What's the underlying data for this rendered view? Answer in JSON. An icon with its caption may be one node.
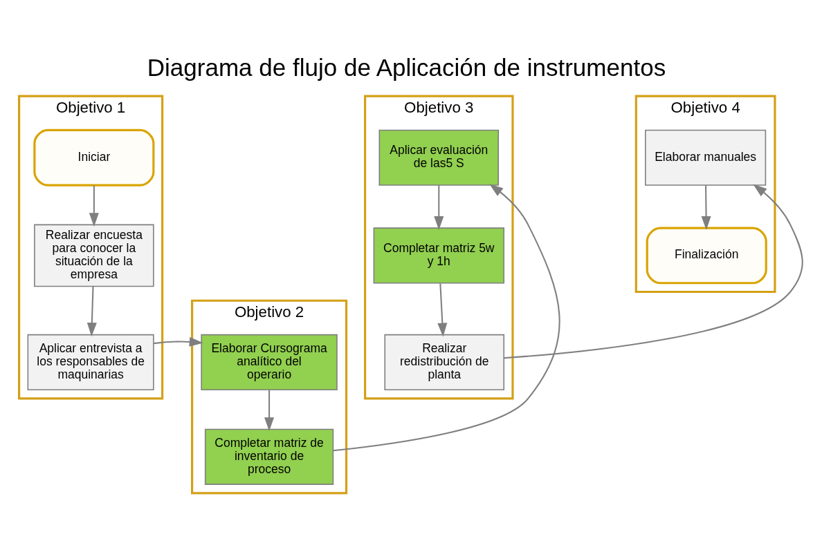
{
  "diagram": {
    "title": "Diagrama de flujo de Aplicación de instrumentos",
    "nodes": [
      {
        "text": [
          "Objetivo 1"
        ]
      },
      {
        "text": [
          "Iniciar"
        ],
        "in": 0
      },
      {
        "text": [
          "Realizar encuesta para conocer la situación de la empresa"
        ],
        "in": 0
      },
      {
        "text": [
          "Aplicar entrevista a los responsables de maquinarias"
        ],
        "in": 0
      },
      {
        "text": [
          "Objetivo 2"
        ]
      },
      {
        "text": [
          "Elaborar Cursograma analítico del operario"
        ],
        "in": 4
      },
      {
        "text": [
          "Completar matriz de inventario de proceso"
        ],
        "in": 4
      },
      {
        "text": [
          "Objetivo 3"
        ]
      },
      {
        "text": [
          "Aplicar evaluación de las5 S"
        ],
        "in": 7
      },
      {
        "text": [
          "Completar matriz 5w y 1h"
        ],
        "in": 7
      },
      {
        "text": [
          "Realizar redistribución de planta"
        ],
        "in": 7
      },
      {
        "text": [
          "Objetivo 4"
        ]
      },
      {
        "text": [
          "Elaborar manuales"
        ],
        "in": 11
      },
      {
        "text": [
          "Finalización"
        ],
        "in": 11
      }
    ],
    "edges": [
      {
        "from": 1,
        "to": 2,
        "arrow": "to"
      },
      {
        "from": 2,
        "to": 3,
        "arrow": "to"
      },
      {
        "from": 3,
        "to": 5,
        "arrow": "to"
      },
      {
        "from": 5,
        "to": 6,
        "arrow": "to"
      },
      {
        "from": 6,
        "to": 8,
        "arrow": "to"
      },
      {
        "from": 8,
        "to": 9,
        "arrow": "to"
      },
      {
        "from": 9,
        "to": 10,
        "arrow": "to"
      },
      {
        "from": 10,
        "to": 12,
        "arrow": "to"
      },
      {
        "from": 12,
        "to": 13,
        "arrow": "to"
      }
    ]
  }
}
